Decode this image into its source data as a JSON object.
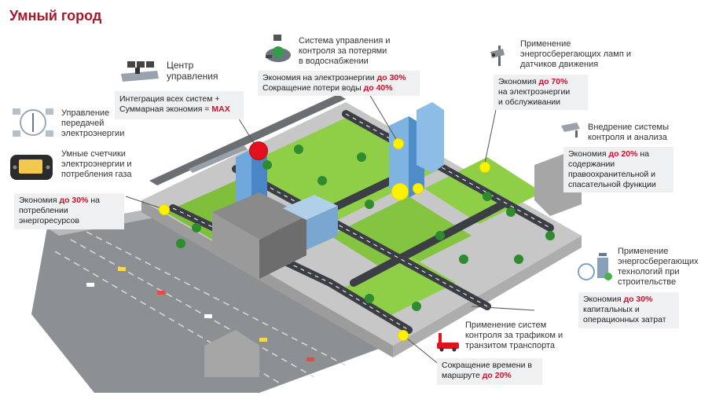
{
  "title": "Умный город",
  "colors": {
    "accent": "#d0102a",
    "title": "#a3182a",
    "marker": "#fff200",
    "red_marker": "#e3111d"
  },
  "callouts": {
    "control_center": {
      "label_line1": "Центр",
      "label_line2": "управления",
      "box_line1": "Интеграция всех систем +",
      "box_line2_prefix": "Суммарная экономия = ",
      "box_line2_highlight": "MAX",
      "icon": "control-desk-icon"
    },
    "water": {
      "label_line1": "Система управления и",
      "label_line2": "контроля за потерями",
      "label_line3": "в водоснабжении",
      "box_line1_prefix": "Экономия на электроэнергии ",
      "box_line1_highlight": "до 30%",
      "box_line2_prefix": "Сокращение потери воды ",
      "box_line2_highlight": "до 40%",
      "icon": "water-pump-icon"
    },
    "lamps": {
      "label_line1": "Применение",
      "label_line2": "энергосберегающих ламп и",
      "label_line3": "датчиков движения",
      "box_line1_prefix": "Экономия ",
      "box_line1_highlight": "до 70%",
      "box_line2": "на электроэнергии",
      "box_line3": "и обслуживании",
      "icon": "street-camera-icon"
    },
    "video": {
      "label_line1": "Внедрение системы",
      "label_line2": "контроля и анализа",
      "box_line1_prefix": "Экономия ",
      "box_line1_highlight": "до 20%",
      "box_line1_suffix": " на",
      "box_line2": "содержании",
      "box_line3": "правоохранительной и",
      "box_line4": "спасательной функции",
      "icon": "cctv-camera-icon"
    },
    "power": {
      "label_line1": "Управление",
      "label_line2": "передачей",
      "label_line3": "электроэнергии",
      "icon": "power-grid-icon"
    },
    "meters": {
      "label_line1": "Умные счетчики",
      "label_line2": "электроэнергии и",
      "label_line3": "потребления газа",
      "box_line1_prefix": "Экономия ",
      "box_line1_highlight": "до 30%",
      "box_line1_suffix": " на",
      "box_line2": "потреблении",
      "box_line3": "энергоресурсов",
      "icon": "smart-meter-icon"
    },
    "construction": {
      "label_line1": "Применение",
      "label_line2": "энергосберегающих",
      "label_line3": "технологий при",
      "label_line4": "строительстве",
      "box_line1_prefix": "Экономия ",
      "box_line1_highlight": "до 30%",
      "box_line2": "капитальных и",
      "box_line3": "операционных затрат",
      "icon": "green-building-icon"
    },
    "traffic": {
      "label_line1": "Применение систем",
      "label_line2": "контроля за трафиком и",
      "label_line3": "транзитом транспорта",
      "box_line1": "Сокращение времени в",
      "box_line2_prefix": "маршруте  ",
      "box_line2_highlight": "до 20%",
      "icon": "traffic-car-icon"
    }
  }
}
